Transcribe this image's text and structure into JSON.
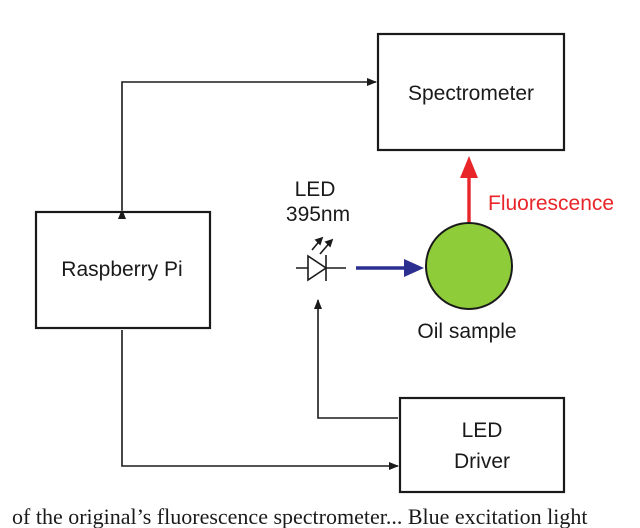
{
  "blocks": {
    "spectrometer": "Spectrometer",
    "raspberry_pi": "Raspberry Pi",
    "led_driver_line1": "LED",
    "led_driver_line2": "Driver"
  },
  "labels": {
    "led_line1": "LED",
    "led_line2": "395nm",
    "fluorescence": "Fluorescence",
    "oil_sample": "Oil sample"
  },
  "caption": "of the original’s fluorescence spectrometer... Blue excitation light",
  "colors": {
    "stroke": "#1a1a1a",
    "fluorescence_arrow": "#e8262a",
    "excitation_arrow": "#2b2f8f",
    "sample_fill": "#8fcc3a"
  }
}
